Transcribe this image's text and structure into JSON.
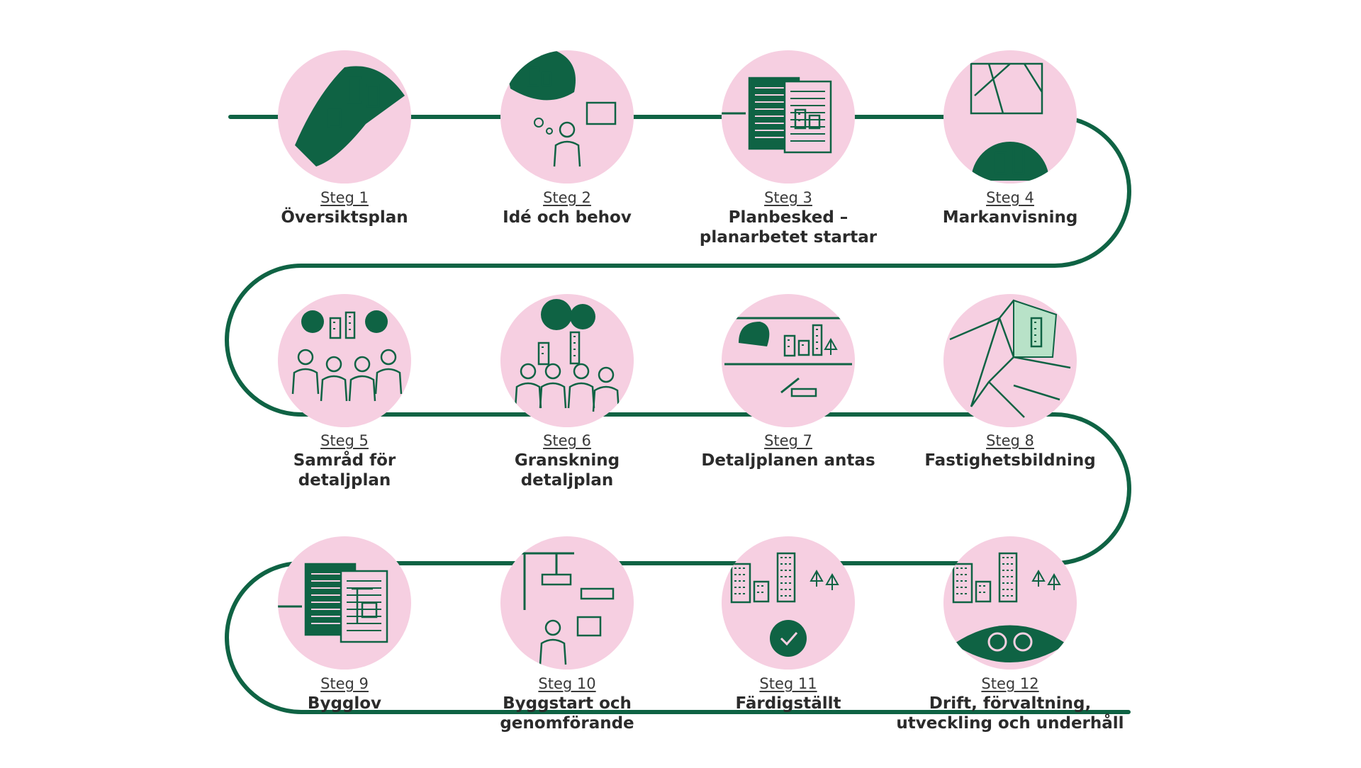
{
  "colors": {
    "path": "#0f6344",
    "circle": "#f6cfe1",
    "icon_fill": "#0f6344",
    "icon_light": "#b8e2c8"
  },
  "steps": [
    {
      "kicker": "Steg 1",
      "title": "Översiktsplan",
      "icon": "city-map-icon"
    },
    {
      "kicker": "Steg 2",
      "title": "Idé och behov",
      "icon": "thinking-person-icon"
    },
    {
      "kicker": "Steg 3",
      "title": "Planbesked –\nplanarbetet startar",
      "icon": "documents-icon"
    },
    {
      "kicker": "Steg 4",
      "title": "Markanvisning",
      "icon": "land-map-icon"
    },
    {
      "kicker": "Steg 5",
      "title": "Samråd för\ndetaljplan",
      "icon": "consultation-people-icon"
    },
    {
      "kicker": "Steg 6",
      "title": "Granskning\ndetaljplan",
      "icon": "review-people-icon"
    },
    {
      "kicker": "Steg 7",
      "title": "Detaljplanen antas",
      "icon": "gavel-icon"
    },
    {
      "kicker": "Steg 8",
      "title": "Fastighetsbildning",
      "icon": "property-map-icon"
    },
    {
      "kicker": "Steg 9",
      "title": "Bygglov",
      "icon": "building-permit-icon"
    },
    {
      "kicker": "Steg 10",
      "title": "Byggstart och\ngenomförande",
      "icon": "construction-crane-icon"
    },
    {
      "kicker": "Steg 11",
      "title": "Färdigställt",
      "icon": "completed-buildings-icon"
    },
    {
      "kicker": "Steg 12",
      "title": "Drift, förvaltning,\nutveckling och underhåll",
      "icon": "maintenance-gears-icon"
    }
  ]
}
